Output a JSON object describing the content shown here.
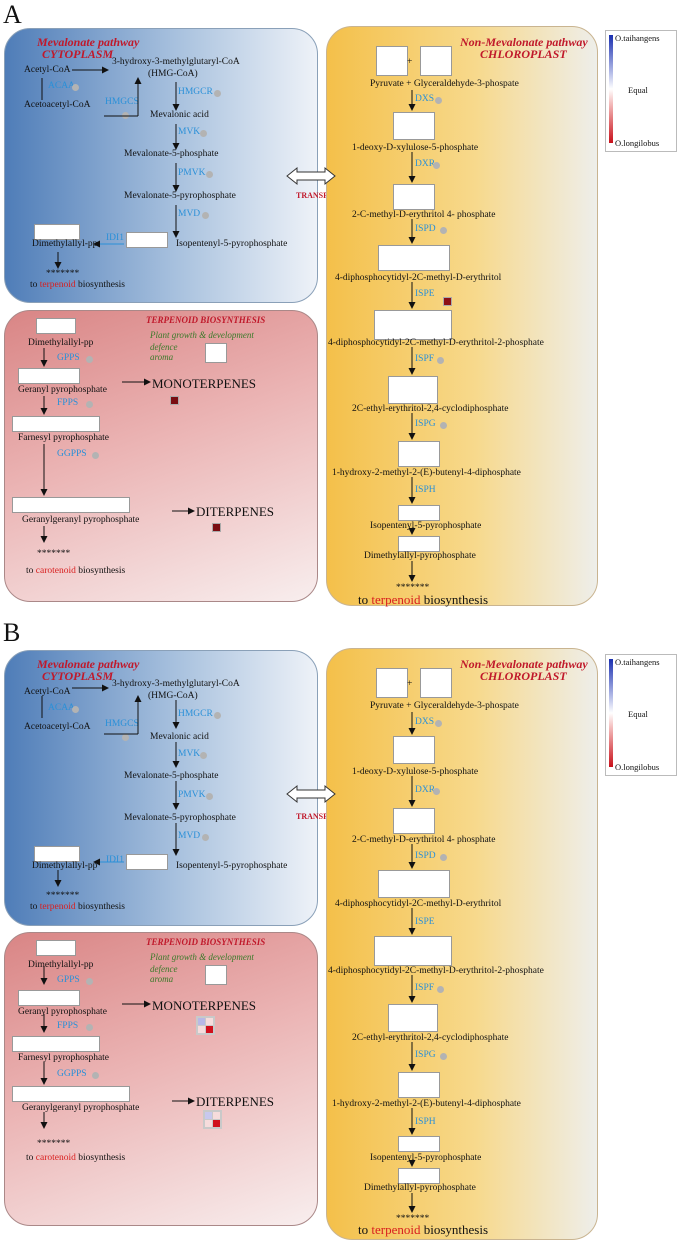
{
  "panels": [
    {
      "label": "A",
      "mva": {
        "title1": "Mevalonate pathway",
        "title2": "CYTOPLASM",
        "acetyl": "Acetyl-CoA",
        "acetoacetyl": "Acetoacetyl-CoA",
        "hmgcoa1": "3-hydroxy-3-methylglutaryl-CoA",
        "hmgcoa2": "(HMG-CoA)",
        "mevalonic": "Mevalonic acid",
        "mev5p": "Mevalonate-5-phosphate",
        "mev5pp": "Mevalonate-5-pyrophosphate",
        "ipp": "Isopentenyl-5-pyrophosphate",
        "dmapp": "Dimethylallyl-pp",
        "stars": "*******",
        "to": "to",
        "terpenoid": "terpenoid",
        "biosynthesis": "biosynthesis",
        "enzymes": {
          "acaa": "ACAA",
          "hmgcs": "HMGCS",
          "hmgcr": "HMGCR",
          "mvk": "MVK",
          "pmvk": "PMVK",
          "mvd": "MVD",
          "idi1": "IDI1"
        }
      },
      "mep": {
        "title1": "Non-Mevalonate pathway",
        "title2": "CHLOROPLAST",
        "plus": "+",
        "pyruvate": "Pyruvate + Glyceraldehyde-3-phospate",
        "dxp": "1-deoxy-D-xylulose-5-phosphate",
        "mep": "2-C-methyl-D-erythritol 4- phosphate",
        "cdpme": "4-diphosphocytidyl-2C-methyl-D-erythritol",
        "cdpmep": "4-diphosphocytidyl-2C-methyl-D-erythritol-2-phosphate",
        "mecpp": "2C-ethyl-erythritol-2,4-cyclodiphosphate",
        "hmbpp": "1-hydroxy-2-methyl-2-(E)-butenyl-4-diphosphate",
        "ipp": "Isopentenyl-5-pyrophosphate",
        "dmapp": "Dimethylallyl-pyrophosphate",
        "stars": "*******",
        "to": "to",
        "terpenoid": "terpenoid",
        "biosynthesis": "biosynthesis",
        "enzymes": {
          "dxs": "DXS",
          "dxr": "DXR",
          "ispd": "ISPD",
          "ispe": "ISPE",
          "ispf": "ISPF",
          "ispg": "ISPG",
          "isph": "ISPH"
        }
      },
      "transport": "TRANSPORT",
      "terp": {
        "title": "TERPENOID BIOSYNTHESIS",
        "green1": "Plant growth & development",
        "green2": "defence",
        "green3": "aroma",
        "dmapp": "Dimethylallyl-pp",
        "gpp": "Geranyl pyrophosphate",
        "fpp": "Farnesyl pyrophosphate",
        "ggpp": "Geranylgeranyl pyrophosphate",
        "mono": "MONOTERPENES",
        "di": "DITERPENES",
        "stars": "*******",
        "to": "to",
        "carotenoid": "carotenoid",
        "biosynthesis": "biosynthesis",
        "enzymes": {
          "gpps": "GPPS",
          "fpps": "FPPS",
          "ggpps": "GGPPS"
        }
      },
      "legend": {
        "top": "O.taihangens",
        "mid": "Equal",
        "bottom": "O.longilobus"
      },
      "heatmap": {
        "ispe": [
          "#8c1016"
        ],
        "mono": [
          "#7a0d12"
        ],
        "di": [
          "#7a0d12"
        ]
      }
    },
    {
      "label": "B",
      "mva": {
        "title1": "Mevalonate pathway",
        "title2": "CYTOPLASM",
        "acetyl": "Acetyl-CoA",
        "acetoacetyl": "Acetoacetyl-CoA",
        "hmgcoa1": "3-hydroxy-3-methylglutaryl-CoA",
        "hmgcoa2": "(HMG-CoA)",
        "mevalonic": "Mevalonic acid",
        "mev5p": "Mevalonate-5-phosphate",
        "mev5pp": "Mevalonate-5-pyrophosphate",
        "ipp": "Isopentenyl-5-pyrophosphate",
        "dmapp": "Dimethylallyl-pp",
        "stars": "*******",
        "to": "to",
        "terpenoid": "terpenoid",
        "biosynthesis": "biosynthesis",
        "enzymes": {
          "acaa": "ACAA",
          "hmgcs": "HMGCS",
          "hmgcr": "HMGCR",
          "mvk": "MVK",
          "pmvk": "PMVK",
          "mvd": "MVD",
          "idi1": "IDI1"
        }
      },
      "mep": {
        "title1": "Non-Mevalonate pathway",
        "title2": "CHLOROPLAST",
        "plus": "+",
        "pyruvate": "Pyruvate + Glyceraldehyde-3-phospate",
        "dxp": "1-deoxy-D-xylulose-5-phosphate",
        "mep": "2-C-methyl-D-erythritol 4- phosphate",
        "cdpme": "4-diphosphocytidyl-2C-methyl-D-erythritol",
        "cdpmep": "4-diphosphocytidyl-2C-methyl-D-erythritol-2-phosphate",
        "mecpp": "2C-ethyl-erythritol-2,4-cyclodiphosphate",
        "hmbpp": "1-hydroxy-2-methyl-2-(E)-butenyl-4-diphosphate",
        "ipp": "Isopentenyl-5-pyrophosphate",
        "dmapp": "Dimethylallyl-pyrophosphate",
        "stars": "*******",
        "to": "to",
        "terpenoid": "terpenoid",
        "biosynthesis": "biosynthesis",
        "enzymes": {
          "dxs": "DXS",
          "dxr": "DXR",
          "ispd": "ISPD",
          "ispe": "ISPE",
          "ispf": "ISPF",
          "ispg": "ISPG",
          "isph": "ISPH"
        }
      },
      "transport": "TRANSPORT",
      "terp": {
        "title": "TERPENOID BIOSYNTHESIS",
        "green1": "Plant growth & development",
        "green2": "defence",
        "green3": "aroma",
        "dmapp": "Dimethylallyl-pp",
        "gpp": "Geranyl pyrophosphate",
        "fpp": "Farnesyl pyrophosphate",
        "ggpp": "Geranylgeranyl pyrophosphate",
        "mono": "MONOTERPENES",
        "di": "DITERPENES",
        "stars": "*******",
        "to": "to",
        "carotenoid": "carotenoid",
        "biosynthesis": "biosynthesis",
        "enzymes": {
          "gpps": "GPPS",
          "fpps": "FPPS",
          "ggpps": "GGPPS"
        }
      },
      "legend": {
        "top": "O.taihangens",
        "mid": "Equal",
        "bottom": "O.longilobus"
      },
      "heatmap": {
        "mono": [
          "#b8b8e6",
          "#f6dcdc",
          "#f6dcdc",
          "#d0101c"
        ],
        "di": [
          "#c8c8ee",
          "#f6dcdc",
          "#f6dcdc",
          "#d0101c"
        ]
      }
    }
  ]
}
